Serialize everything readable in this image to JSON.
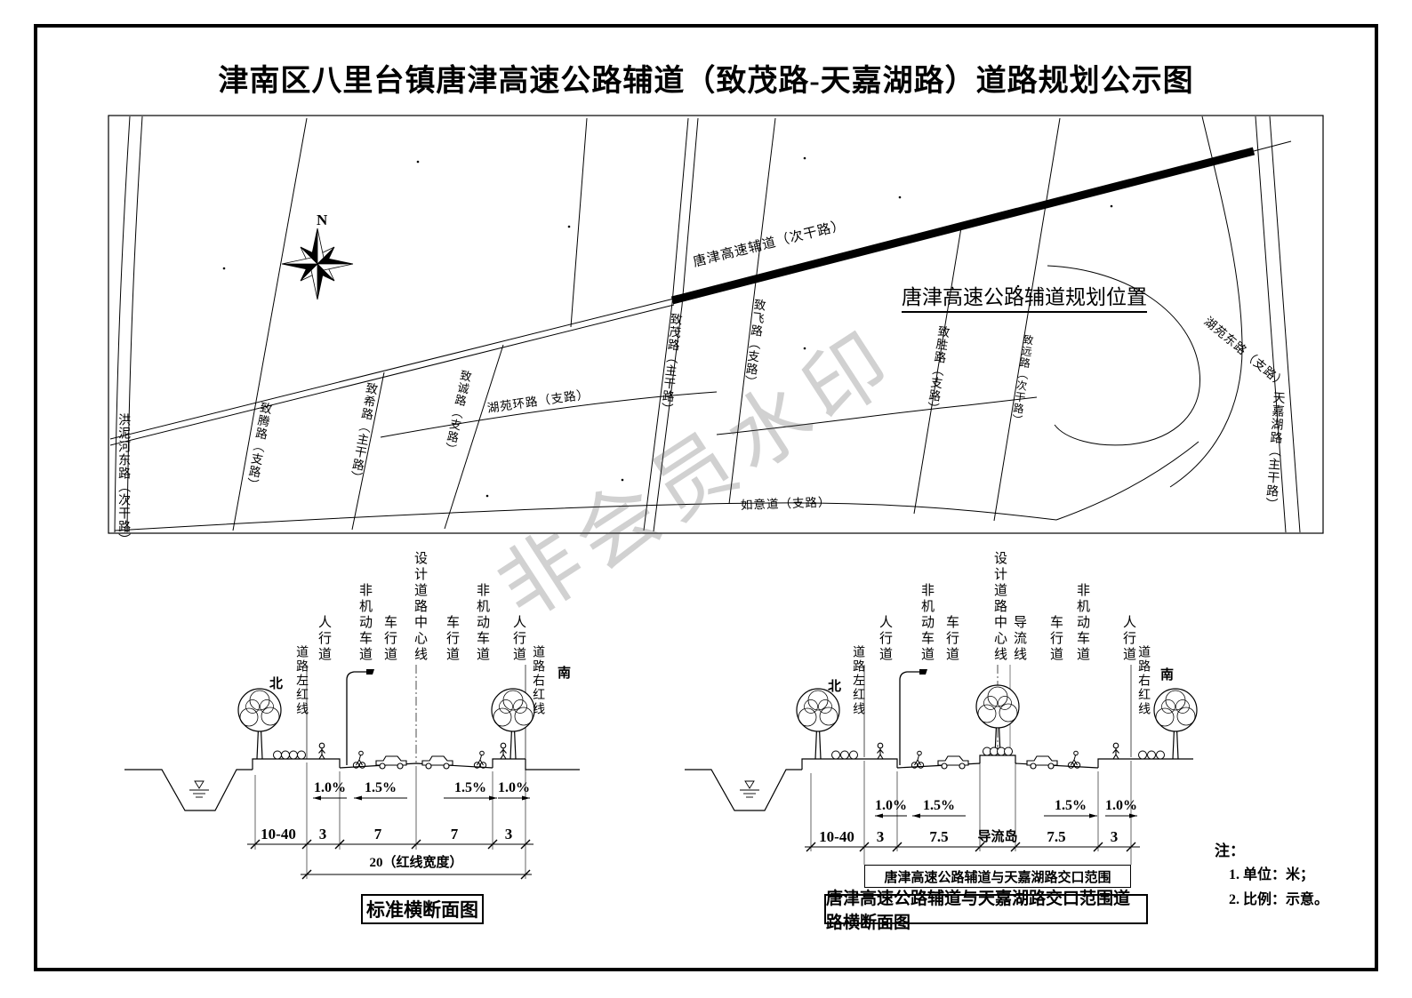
{
  "title": "津南区八里台镇唐津高速公路辅道（致茂路-天嘉湖路）道路规划公示图",
  "watermark": "非会员水印",
  "map": {
    "north_mark": "N",
    "annotation": "唐津高速公路辅道规划位置",
    "roads": {
      "main": "唐津高速辅道（次干路）",
      "hongnihe_east": "洪泥河东路（次干路）",
      "zhiteng": "致腾路（支路）",
      "zhixi": "致希路（主干路）",
      "zhicheng": "致诚路（支路）",
      "huyuan_ring": "湖苑环路（支路）",
      "zhimao": "致茂路（主干路）",
      "zhifei": "致飞路（支路）",
      "zhisheng": "致胜路（支路）",
      "zhiyuan": "致远路（次干路）",
      "ruyi": "如意道（支路）",
      "huyuan_east": "湖苑东路（支路）",
      "tianjiahu": "天嘉湖路（主干路）"
    }
  },
  "section_standard": {
    "caption": "标准横断面图",
    "lane_labels": {
      "sidewalk_left": "人行道",
      "bike_left": "非机动车道",
      "carriage_left": "车行道",
      "center_line": "设计道路中心线",
      "carriage_right": "车行道",
      "bike_right": "非机动车道",
      "sidewalk_right": "人行道"
    },
    "red_line_left": "道路左红线",
    "red_line_right": "道路右红线",
    "north": "北",
    "south": "南",
    "slopes": [
      "1.0%",
      "1.5%",
      "1.5%",
      "1.0%"
    ],
    "dims": [
      "10-40",
      "3",
      "7",
      "7",
      "3"
    ],
    "total_width": "20（红线宽度）"
  },
  "section_intersection": {
    "caption": "唐津高速公路辅道与天嘉湖路交口范围道路横断面图",
    "range_label": "唐津高速公路辅道与天嘉湖路交口范围",
    "lane_labels": {
      "sidewalk_left": "人行道",
      "bike_left": "非机动车道",
      "carriage_left": "车行道",
      "center_line": "设计道路中心线",
      "channel_line": "导流线",
      "carriage_right": "车行道",
      "bike_right": "非机动车道",
      "sidewalk_right": "人行道"
    },
    "red_line_left": "道路左红线",
    "red_line_right": "道路右红线",
    "north": "北",
    "south": "南",
    "slopes": [
      "1.0%",
      "1.5%",
      "1.5%",
      "1.0%"
    ],
    "dims": [
      "10-40",
      "3",
      "7.5",
      "7.5",
      "3"
    ],
    "island": "导流岛"
  },
  "notes": {
    "heading": "注：",
    "items": [
      "1. 单位：米；",
      "2. 比例：示意。"
    ]
  }
}
